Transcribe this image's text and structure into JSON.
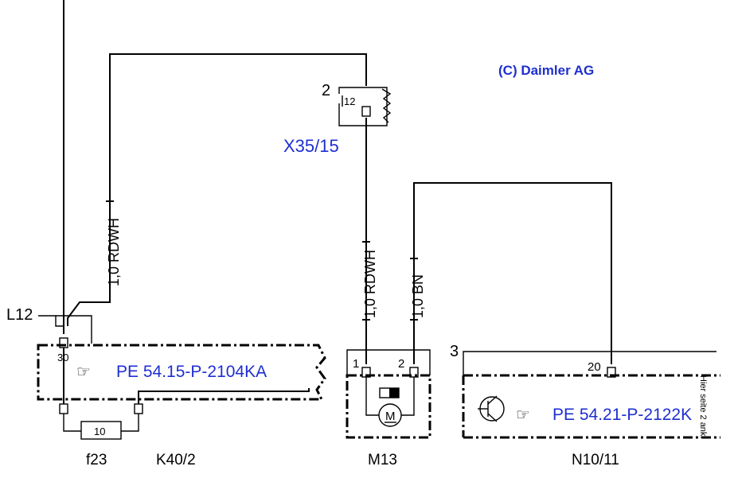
{
  "copyright": "(C) Daimler AG",
  "wires": {
    "w1": "1,0 RDWH",
    "w2": "1,0 RDWH",
    "w3": "1,0 BN"
  },
  "connector": {
    "name": "X35/15",
    "number": "2",
    "pin": "12"
  },
  "components": {
    "l12": "L12",
    "k40": {
      "name": "K40/2",
      "pin30": "30",
      "ref_icon": "hand-pointer-icon",
      "ref": "PE 54.15-P-2104KA"
    },
    "fuse": {
      "name": "f23",
      "value": "10"
    },
    "m13": {
      "name": "M13",
      "pin1": "1",
      "pin2": "2",
      "motor_symbol": "M"
    },
    "n10": {
      "name": "N10/11",
      "index": "3",
      "pin20": "20",
      "ref_icon": "hand-pointer-icon",
      "ref": "PE 54.21-P-2122K",
      "side_note": "Hier seite 2 ank."
    }
  },
  "colors": {
    "link": "#1f2fd0",
    "line": "#000000"
  }
}
